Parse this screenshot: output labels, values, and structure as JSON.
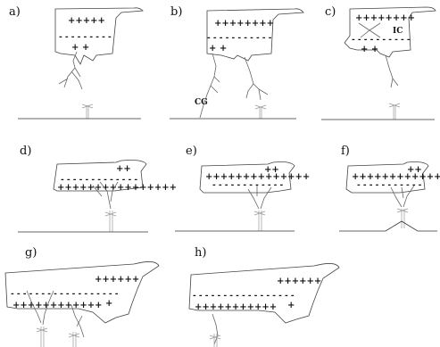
{
  "panels": [
    {
      "id": "a",
      "label": "a)",
      "upper": "+++++",
      "dashes": "- - - - - - - - -",
      "lower": "+ +"
    },
    {
      "id": "b",
      "label": "b)",
      "upper": "++++++++",
      "dashes": "- - - - - - - - - - -",
      "lower": "+ +",
      "annotation": "CG"
    },
    {
      "id": "c",
      "label": "c)",
      "upper": "++++++++",
      "dashes": "- - - - - - - - - -",
      "lower": "+ +",
      "annotation": "IC"
    },
    {
      "id": "d",
      "label": "d)",
      "upper": "++",
      "dashes": "- - - - - - - - - - - - -",
      "lower": "++++++++++++++++"
    },
    {
      "id": "e",
      "label": "e)",
      "upper": "++",
      "dashes": "++++++++++++++",
      "lower": "- - - - - - - - - - - -"
    },
    {
      "id": "f",
      "label": "f)",
      "upper": "++",
      "dashes": "++++++++++++",
      "lower": "- - - - - - - - - - -"
    },
    {
      "id": "g",
      "label": "g)",
      "upper": "++++++",
      "dashes": "- - - - - - - - - - - - - - - - - -",
      "lower": "++++++++++++",
      "center": "+"
    },
    {
      "id": "h",
      "label": "h)",
      "upper": "++++++",
      "dashes": "- - - - - - - - - - - - - - - - -",
      "lower": "+++++++++++",
      "center": "+"
    }
  ]
}
